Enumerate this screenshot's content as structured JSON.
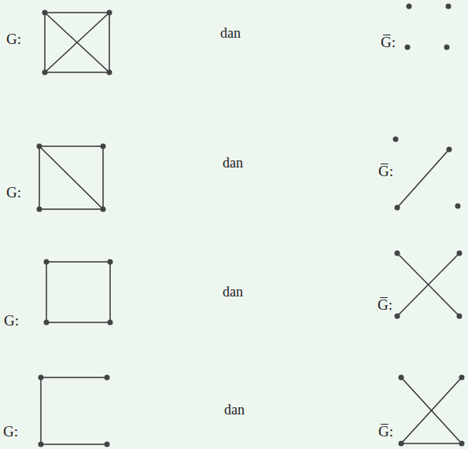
{
  "diagram": {
    "labels": [
      "G:",
      "dan",
      "G̅:",
      "G:",
      "dan",
      "G̅:",
      "G:",
      "dan",
      "G̅:",
      "G:",
      "dan",
      "G̅:"
    ]
  }
}
